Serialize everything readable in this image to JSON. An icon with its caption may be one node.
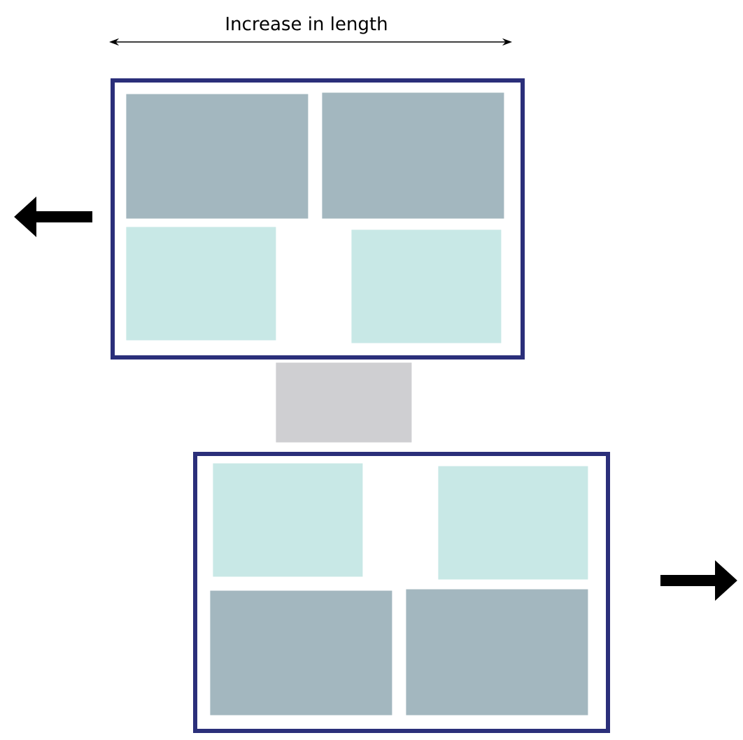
{
  "diagram": {
    "nodes": [
      {
        "text": [],
        "shape": "box"
      },
      {
        "text": [],
        "shape": "box",
        "in": 0
      },
      {
        "text": [],
        "shape": "box",
        "in": 0
      },
      {
        "text": [],
        "shape": "box",
        "in": 0
      },
      {
        "text": [],
        "shape": "box",
        "in": 0
      },
      {
        "text": [],
        "shape": "box"
      },
      {
        "text": [],
        "shape": "box"
      },
      {
        "text": [],
        "shape": "box",
        "in": 6
      },
      {
        "text": [],
        "shape": "box",
        "in": 6
      },
      {
        "text": [],
        "shape": "box",
        "in": 6
      },
      {
        "text": [],
        "shape": "box",
        "in": 6
      }
    ],
    "edges": [],
    "labels": [
      "Increase in length"
    ]
  }
}
